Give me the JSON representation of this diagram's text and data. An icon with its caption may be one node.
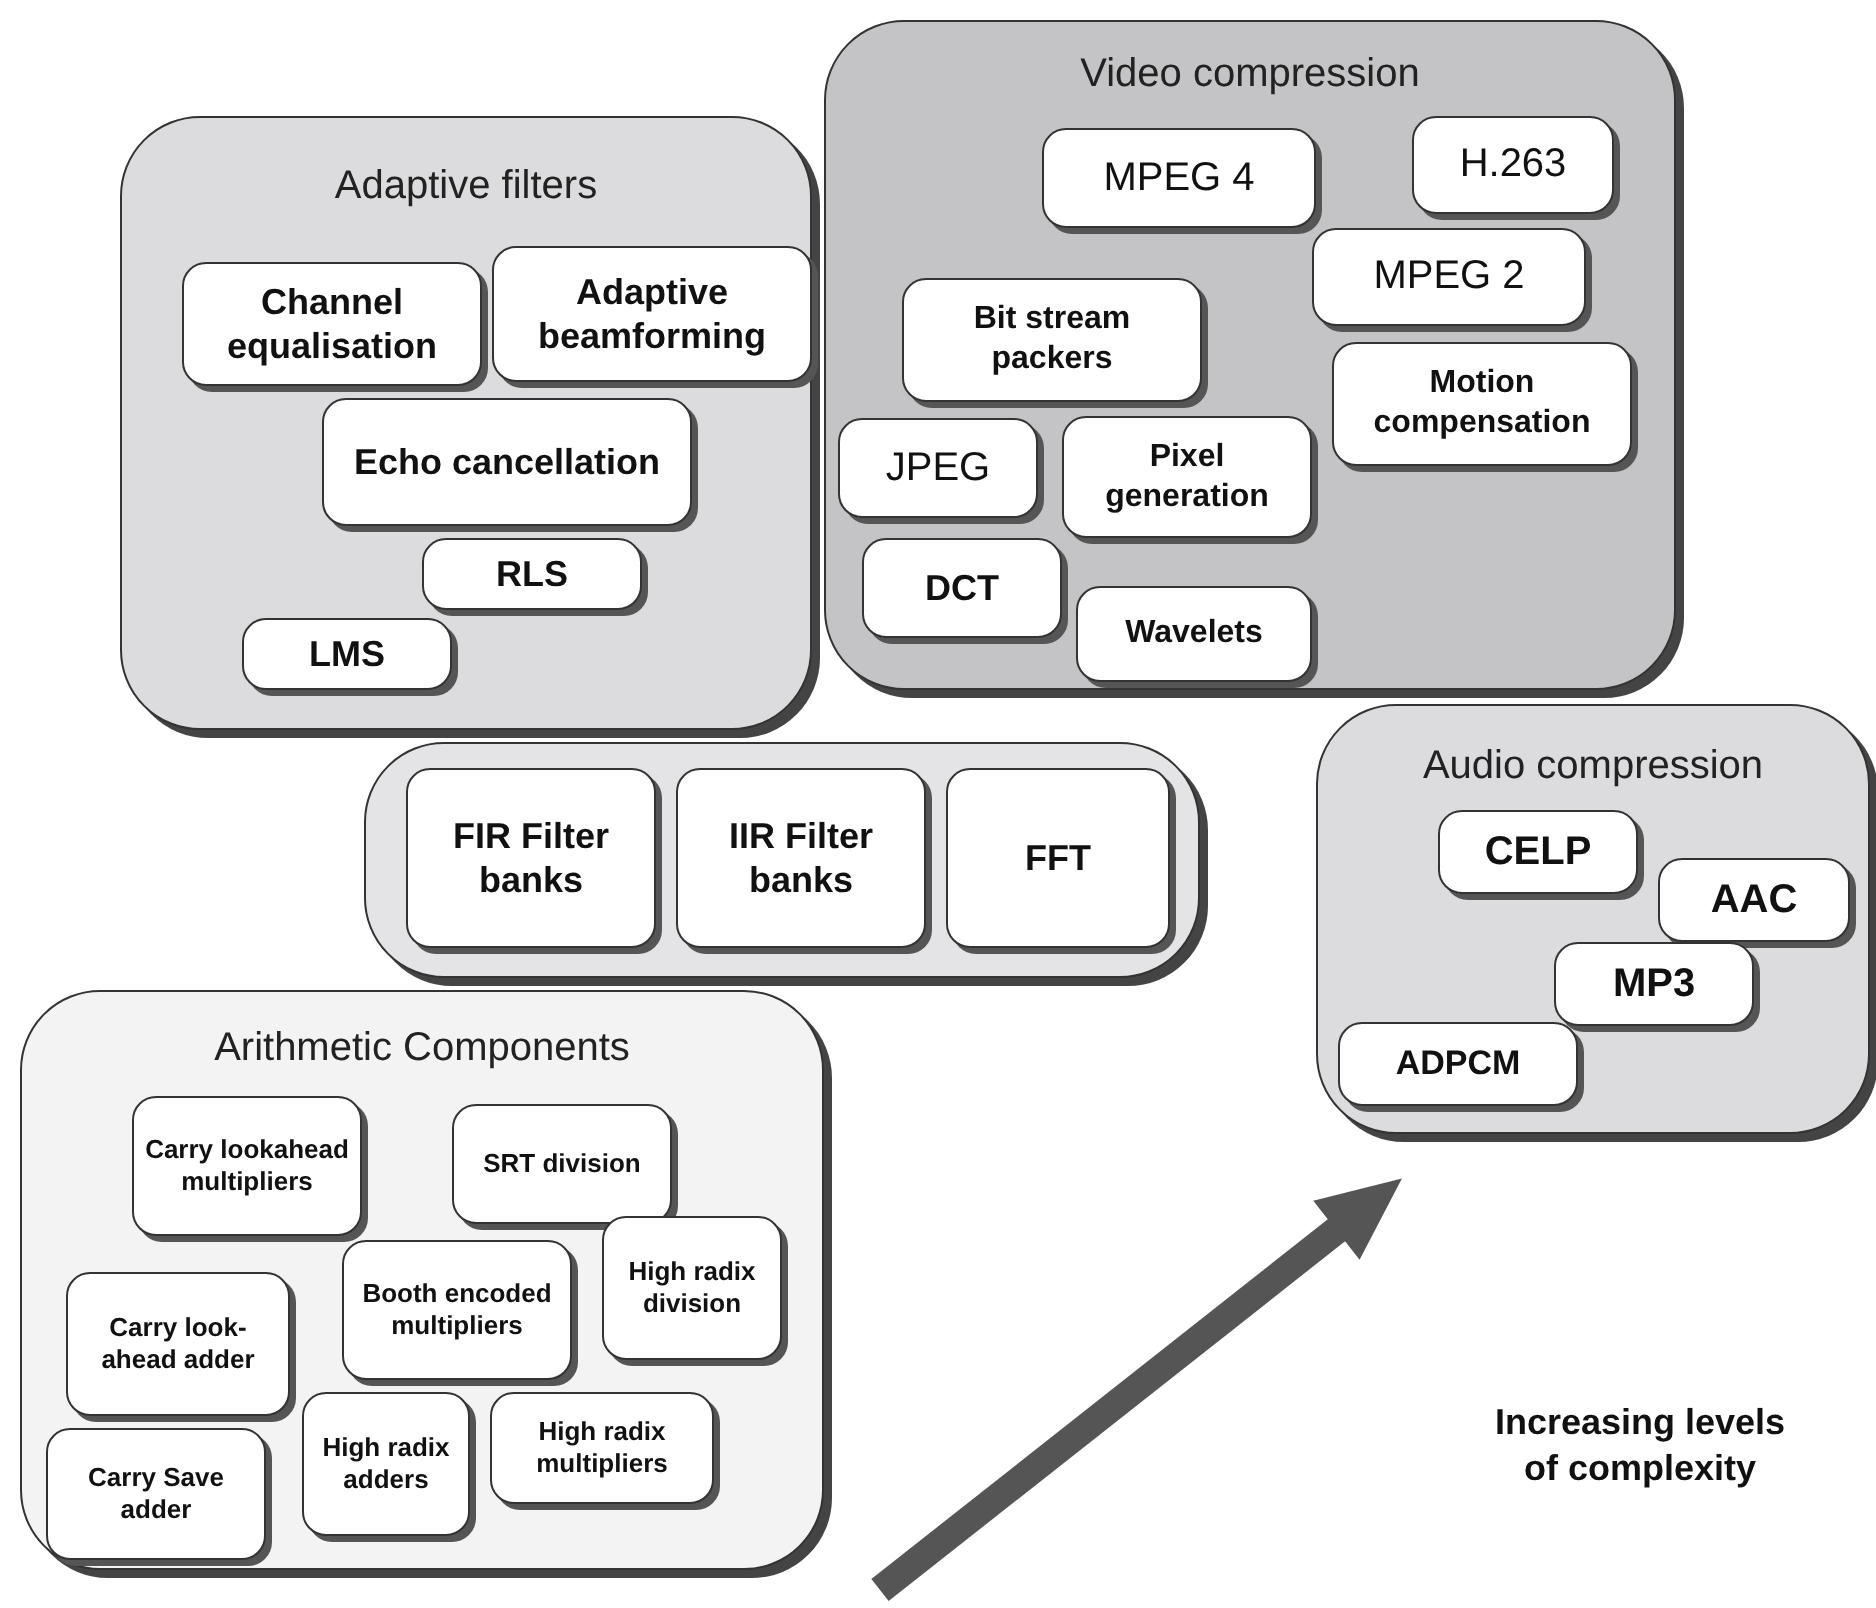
{
  "diagram": {
    "nodes": [
      {
        "text": [
          "Adaptive filters"
        ]
      },
      {
        "text": [
          "Channel equalisation"
        ],
        "in": 0
      },
      {
        "text": [
          "Adaptive beamforming"
        ],
        "in": 0
      },
      {
        "text": [
          "Echo cancellation"
        ],
        "in": 0
      },
      {
        "text": [
          "RLS"
        ],
        "in": 0
      },
      {
        "text": [
          "LMS"
        ],
        "in": 0
      },
      {
        "text": [
          "Video compression"
        ]
      },
      {
        "text": [
          "MPEG 4"
        ],
        "in": 6
      },
      {
        "text": [
          "H.263"
        ],
        "in": 6
      },
      {
        "text": [
          "MPEG 2"
        ],
        "in": 6
      },
      {
        "text": [
          "Bit stream packers"
        ],
        "in": 6
      },
      {
        "text": [
          "Motion compensation"
        ],
        "in": 6
      },
      {
        "text": [
          "JPEG"
        ],
        "in": 6
      },
      {
        "text": [
          "Pixel generation"
        ],
        "in": 6
      },
      {
        "text": [
          "DCT"
        ],
        "in": 6
      },
      {
        "text": [
          "Wavelets"
        ],
        "in": 6
      },
      {
        "text": [
          "Audio compression"
        ]
      },
      {
        "text": [
          "CELP"
        ],
        "in": 16
      },
      {
        "text": [
          "AAC"
        ],
        "in": 16
      },
      {
        "text": [
          "MP3"
        ],
        "in": 16
      },
      {
        "text": [
          "ADPCM"
        ],
        "in": 16
      },
      {
        "text": [],
        "shape": "box"
      },
      {
        "text": [
          "FIR Filter banks"
        ],
        "in": 21
      },
      {
        "text": [
          "IIR Filter banks"
        ],
        "in": 21
      },
      {
        "text": [
          "FFT"
        ],
        "in": 21
      },
      {
        "text": [
          "Arithmetic Components"
        ]
      },
      {
        "text": [
          "Carry lookahead multipliers"
        ],
        "in": 25
      },
      {
        "text": [
          "SRT division"
        ],
        "in": 25
      },
      {
        "text": [
          "Booth encoded multipliers"
        ],
        "in": 25
      },
      {
        "text": [
          "High radix division"
        ],
        "in": 25
      },
      {
        "text": [
          "Carry look-ahead adder"
        ],
        "in": 25
      },
      {
        "text": [
          "High radix adders"
        ],
        "in": 25
      },
      {
        "text": [
          "High radix multipliers"
        ],
        "in": 25
      },
      {
        "text": [
          "Carry Save adder"
        ],
        "in": 25
      }
    ],
    "labels": [
      "Increasing levels of complexity"
    ]
  }
}
